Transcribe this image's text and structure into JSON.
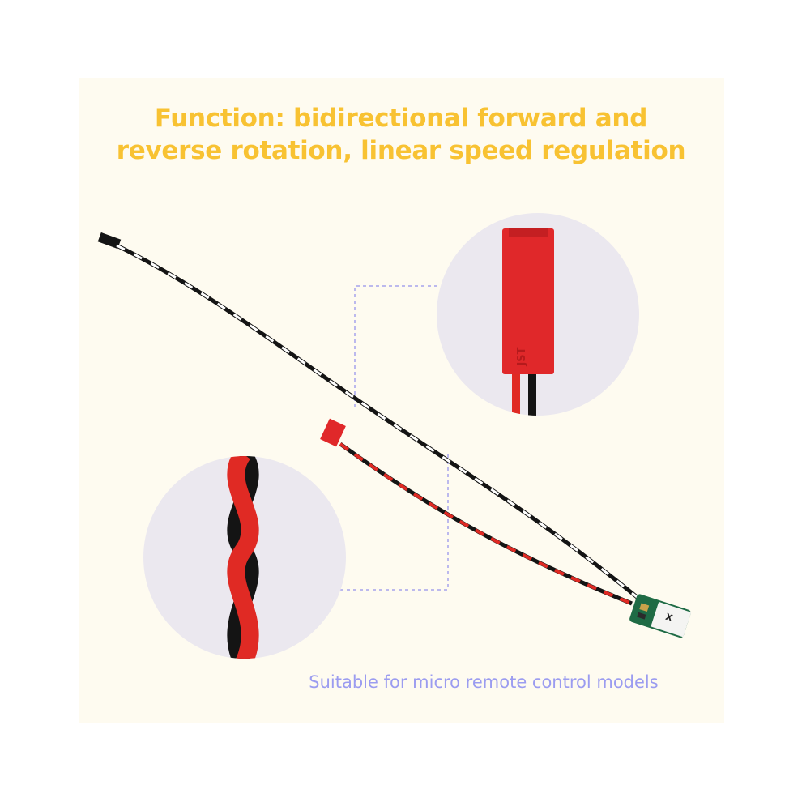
{
  "headline": {
    "line1": "Function: bidirectional forward and",
    "line2": "reverse rotation, linear speed regulation"
  },
  "caption": "Suitable for micro remote control models",
  "connector_marking": "JST",
  "colors": {
    "background": "#fefbf0",
    "headline": "#f8c232",
    "caption": "#9b9cf0",
    "wire_red": "#e02a24",
    "wire_black": "#141414",
    "wire_white": "#ffffff",
    "connector_red": "#e0282a",
    "circle_bg": "#ebe8ef",
    "dashed_guide": "#a5a3ec",
    "board_green": "#1f6b45"
  }
}
